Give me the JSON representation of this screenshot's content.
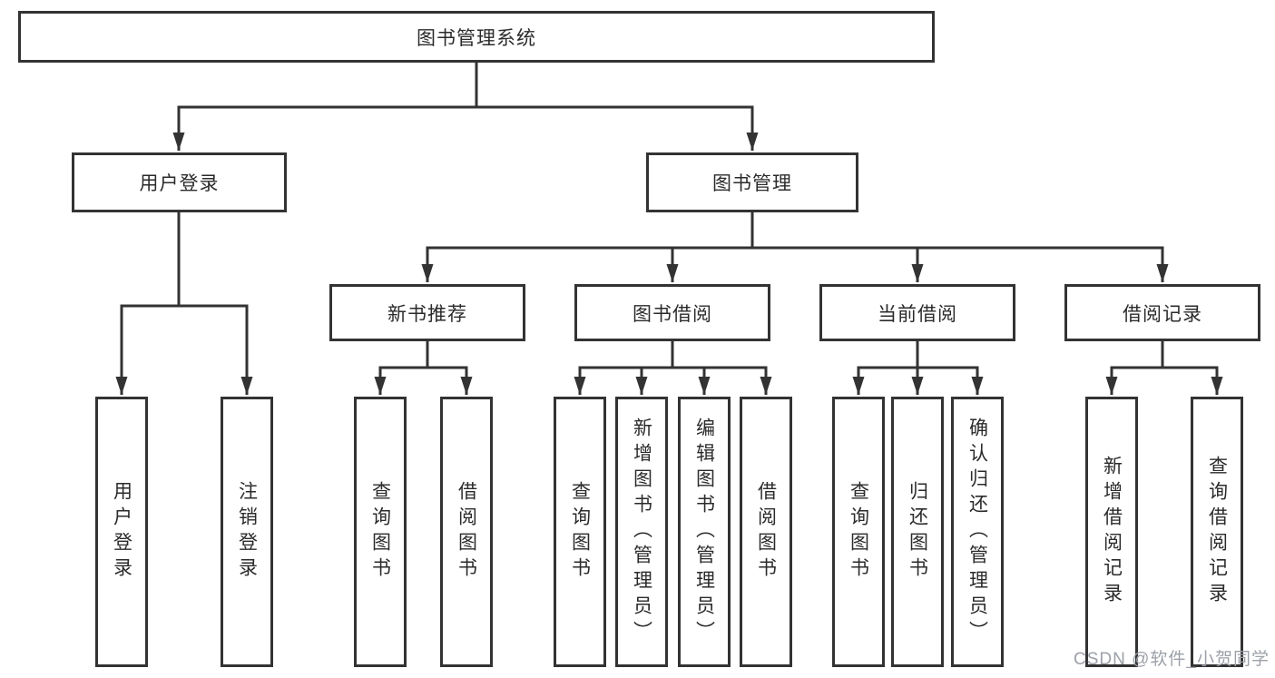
{
  "colors": {
    "line_color": "#333333",
    "text_color": "#2b2b2b",
    "watermark_color": "#9ca0a8"
  },
  "watermark": "CSDN @软件_小贺同学",
  "tree": {
    "root": {
      "label": "图书管理系统",
      "children": [
        {
          "label": "用户登录",
          "children": [
            {
              "label": "用户登录"
            },
            {
              "label": "注销登录"
            }
          ]
        },
        {
          "label": "图书管理",
          "children": [
            {
              "label": "新书推荐",
              "children": [
                {
                  "label": "查询图书"
                },
                {
                  "label": "借阅图书"
                }
              ]
            },
            {
              "label": "图书借阅",
              "children": [
                {
                  "label": "查询图书"
                },
                {
                  "label": "新增图书（管理员）"
                },
                {
                  "label": "编辑图书（管理员）"
                },
                {
                  "label": "借阅图书"
                }
              ]
            },
            {
              "label": "当前借阅",
              "children": [
                {
                  "label": "查询图书"
                },
                {
                  "label": "归还图书"
                },
                {
                  "label": "确认归还（管理员）"
                }
              ]
            },
            {
              "label": "借阅记录",
              "children": [
                {
                  "label": "新增借阅记录"
                },
                {
                  "label": "查询借阅记录"
                }
              ]
            }
          ]
        }
      ]
    }
  }
}
